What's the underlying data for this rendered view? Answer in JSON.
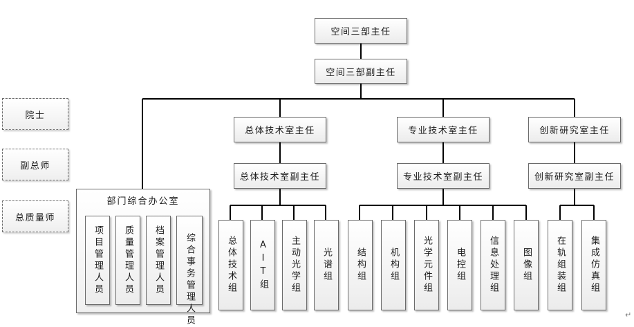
{
  "diagram": {
    "top": {
      "director": "空间三部主任",
      "deputy_director": "空间三部副主任"
    },
    "advisors": [
      {
        "label": "院士"
      },
      {
        "label": "副总师"
      },
      {
        "label": "总质量师"
      }
    ],
    "office": {
      "title": "部门综合办公室",
      "members": [
        {
          "label": "项目管理人员"
        },
        {
          "label": "质量管理人员"
        },
        {
          "label": "档案管理人员"
        },
        {
          "label": "综合事务管理人员"
        }
      ]
    },
    "divisions": [
      {
        "head": "总体技术室主任",
        "deputy": "总体技术室副主任",
        "groups": [
          {
            "label": "总体技术组"
          },
          {
            "label": "AIT组"
          },
          {
            "label": "主动光学组"
          },
          {
            "label": "光谱组"
          }
        ]
      },
      {
        "head": "专业技术室主任",
        "deputy": "专业技术室副主任",
        "groups": [
          {
            "label": "结构组"
          },
          {
            "label": "机构组"
          },
          {
            "label": "光学元件组"
          },
          {
            "label": "电控组"
          },
          {
            "label": "信息处理组"
          },
          {
            "label": "图像组"
          }
        ]
      },
      {
        "head": "创新研究室主任",
        "deputy": "创新研究室副主任",
        "groups": [
          {
            "label": "在轨组装组"
          },
          {
            "label": "集成仿真组"
          }
        ]
      }
    ],
    "paragraph_mark": "↵"
  },
  "colors": {
    "line": "#000000",
    "box_border": "#6b6b6b",
    "box_fill_top": "#ffffff",
    "box_fill_bottom": "#ececec"
  }
}
